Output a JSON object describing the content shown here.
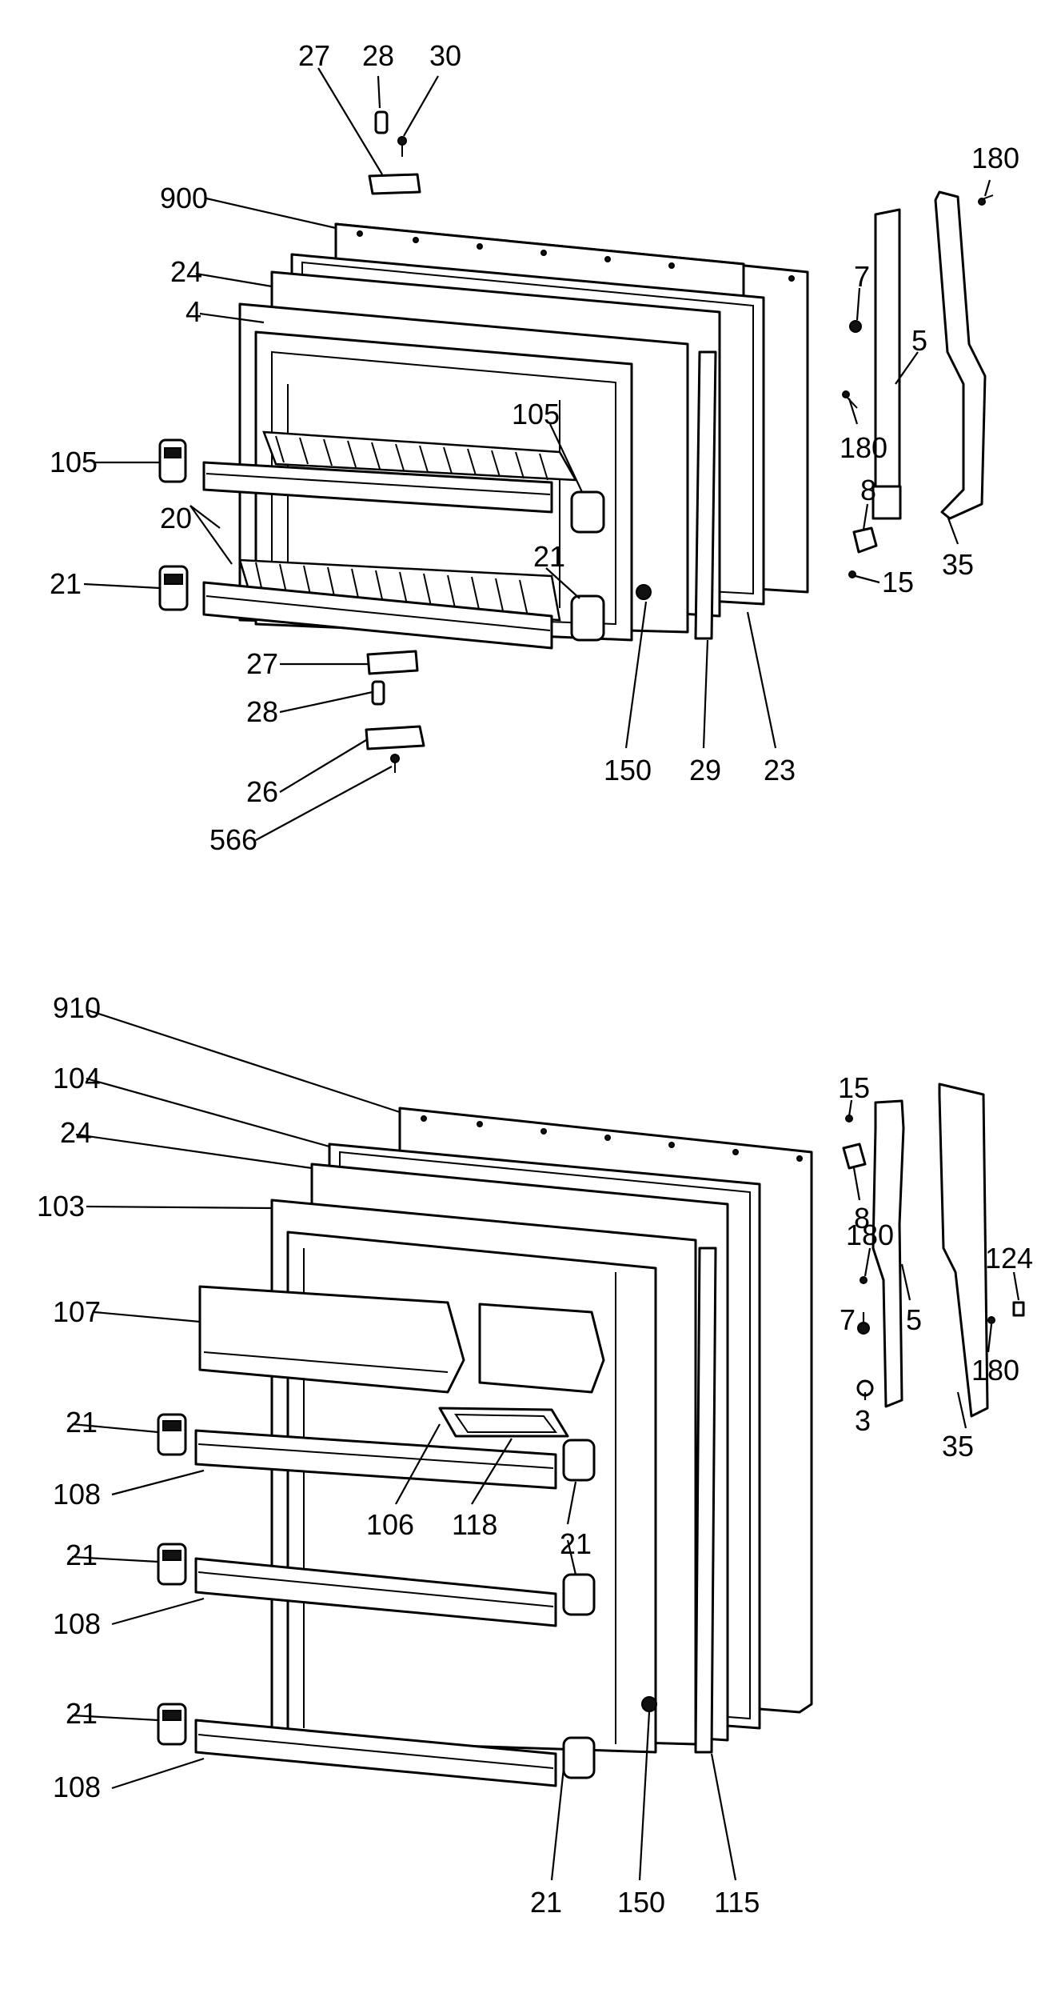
{
  "labels": {
    "top": {
      "l27a": "27",
      "l28a": "28",
      "l30": "30",
      "l900": "900",
      "l24a": "24",
      "l4": "4",
      "l105a": "105",
      "l105b": "105",
      "l20": "20",
      "l21a": "21",
      "l21b": "21",
      "l27b": "27",
      "l28b": "28",
      "l26": "26",
      "l566": "566",
      "l150a": "150",
      "l29": "29",
      "l23": "23",
      "l180a": "180",
      "l7a": "7",
      "l5a": "5",
      "l180b": "180",
      "l8a": "8",
      "l15a": "15",
      "l35a": "35"
    },
    "bottom": {
      "l910": "910",
      "l104": "104",
      "l24b": "24",
      "l103": "103",
      "l107": "107",
      "l21c": "21",
      "l108a": "108",
      "l106": "106",
      "l118": "118",
      "l21d": "21",
      "l21e": "21",
      "l108b": "108",
      "l21f": "21",
      "l108c": "108",
      "l21g": "21",
      "l150b": "150",
      "l115": "115",
      "l15b": "15",
      "l8b": "8",
      "l180c": "180",
      "l5b": "5",
      "l7b": "7",
      "l3": "3",
      "l124": "124",
      "l180d": "180",
      "l35b": "35"
    }
  }
}
